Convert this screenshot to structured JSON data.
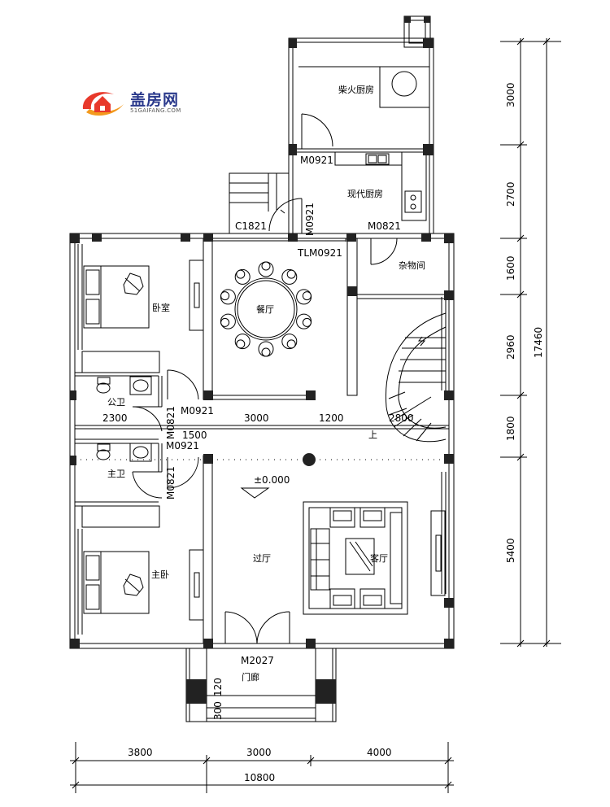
{
  "brand": {
    "name": "盖房网",
    "url": "51GAIFANG.COM"
  },
  "rooms": {
    "firewood_kitchen": "柴火厨房",
    "modern_kitchen": "现代厨房",
    "dining": "餐厅",
    "bedroom": "卧室",
    "storage": "杂物间",
    "public_bath": "公卫",
    "master_bath": "主卫",
    "hall": "过厅",
    "living": "客厅",
    "master_bedroom": "主卧",
    "porch": "门廊"
  },
  "labels": {
    "elevation": "±0.000",
    "up": "上"
  },
  "doors": {
    "m0921_kitchen": "M0921",
    "m0921_vertical": "M0921",
    "c1821": "C1821",
    "tlm0921": "TLM0921",
    "m0821_storage": "M0821",
    "m0921_bath1": "M0921",
    "m0821_bath1": "M0821",
    "m0921_bath2": "M0921",
    "m0821_bath2": "M0821",
    "m2027": "M2027"
  },
  "dims": {
    "inner_2300": "2300",
    "inner_3000": "3000",
    "inner_1200": "1200",
    "inner_2800": "2800",
    "inner_1500": "1500",
    "porch_300": "300",
    "porch_120": "120",
    "bottom": [
      "3800",
      "3000",
      "4000"
    ],
    "total_width": "10800",
    "right": [
      "3000",
      "2700",
      "1600",
      "2960",
      "1800",
      "5400"
    ],
    "total_height": "17460"
  }
}
